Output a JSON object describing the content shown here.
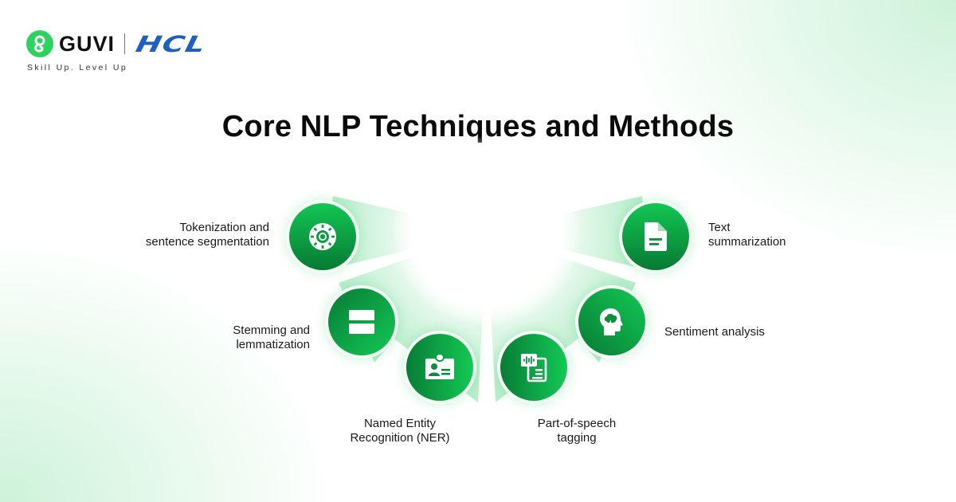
{
  "brand": {
    "name": "GUVI",
    "partner": "HCL",
    "tagline": "Skill Up. Level Up",
    "colors": {
      "guvi_green": "#2ed35f",
      "hcl_blue": "#1f5fbf"
    }
  },
  "title": "Core NLP Techniques and Methods",
  "colors": {
    "node_light": "#13c955",
    "node_dark": "#077a34",
    "fan_tint": "#c8f2d6"
  },
  "techniques": [
    {
      "id": "tokenization",
      "line1": "Tokenization and",
      "line2": "sentence segmentation",
      "icon": "bearing-ring-icon"
    },
    {
      "id": "stemming",
      "line1": "Stemming and",
      "line2": "lemmatization",
      "icon": "two-bars-icon"
    },
    {
      "id": "ner",
      "line1": "Named Entity",
      "line2": "Recognition (NER)",
      "icon": "id-badge-icon"
    },
    {
      "id": "pos",
      "line1": "Part-of-speech",
      "line2": "tagging",
      "icon": "audio-transcript-icon"
    },
    {
      "id": "sentiment",
      "line1": "Sentiment analysis",
      "line2": "",
      "icon": "head-brainstorm-icon"
    },
    {
      "id": "summarization",
      "line1": "Text",
      "line2": "summarization",
      "icon": "document-icon"
    }
  ]
}
